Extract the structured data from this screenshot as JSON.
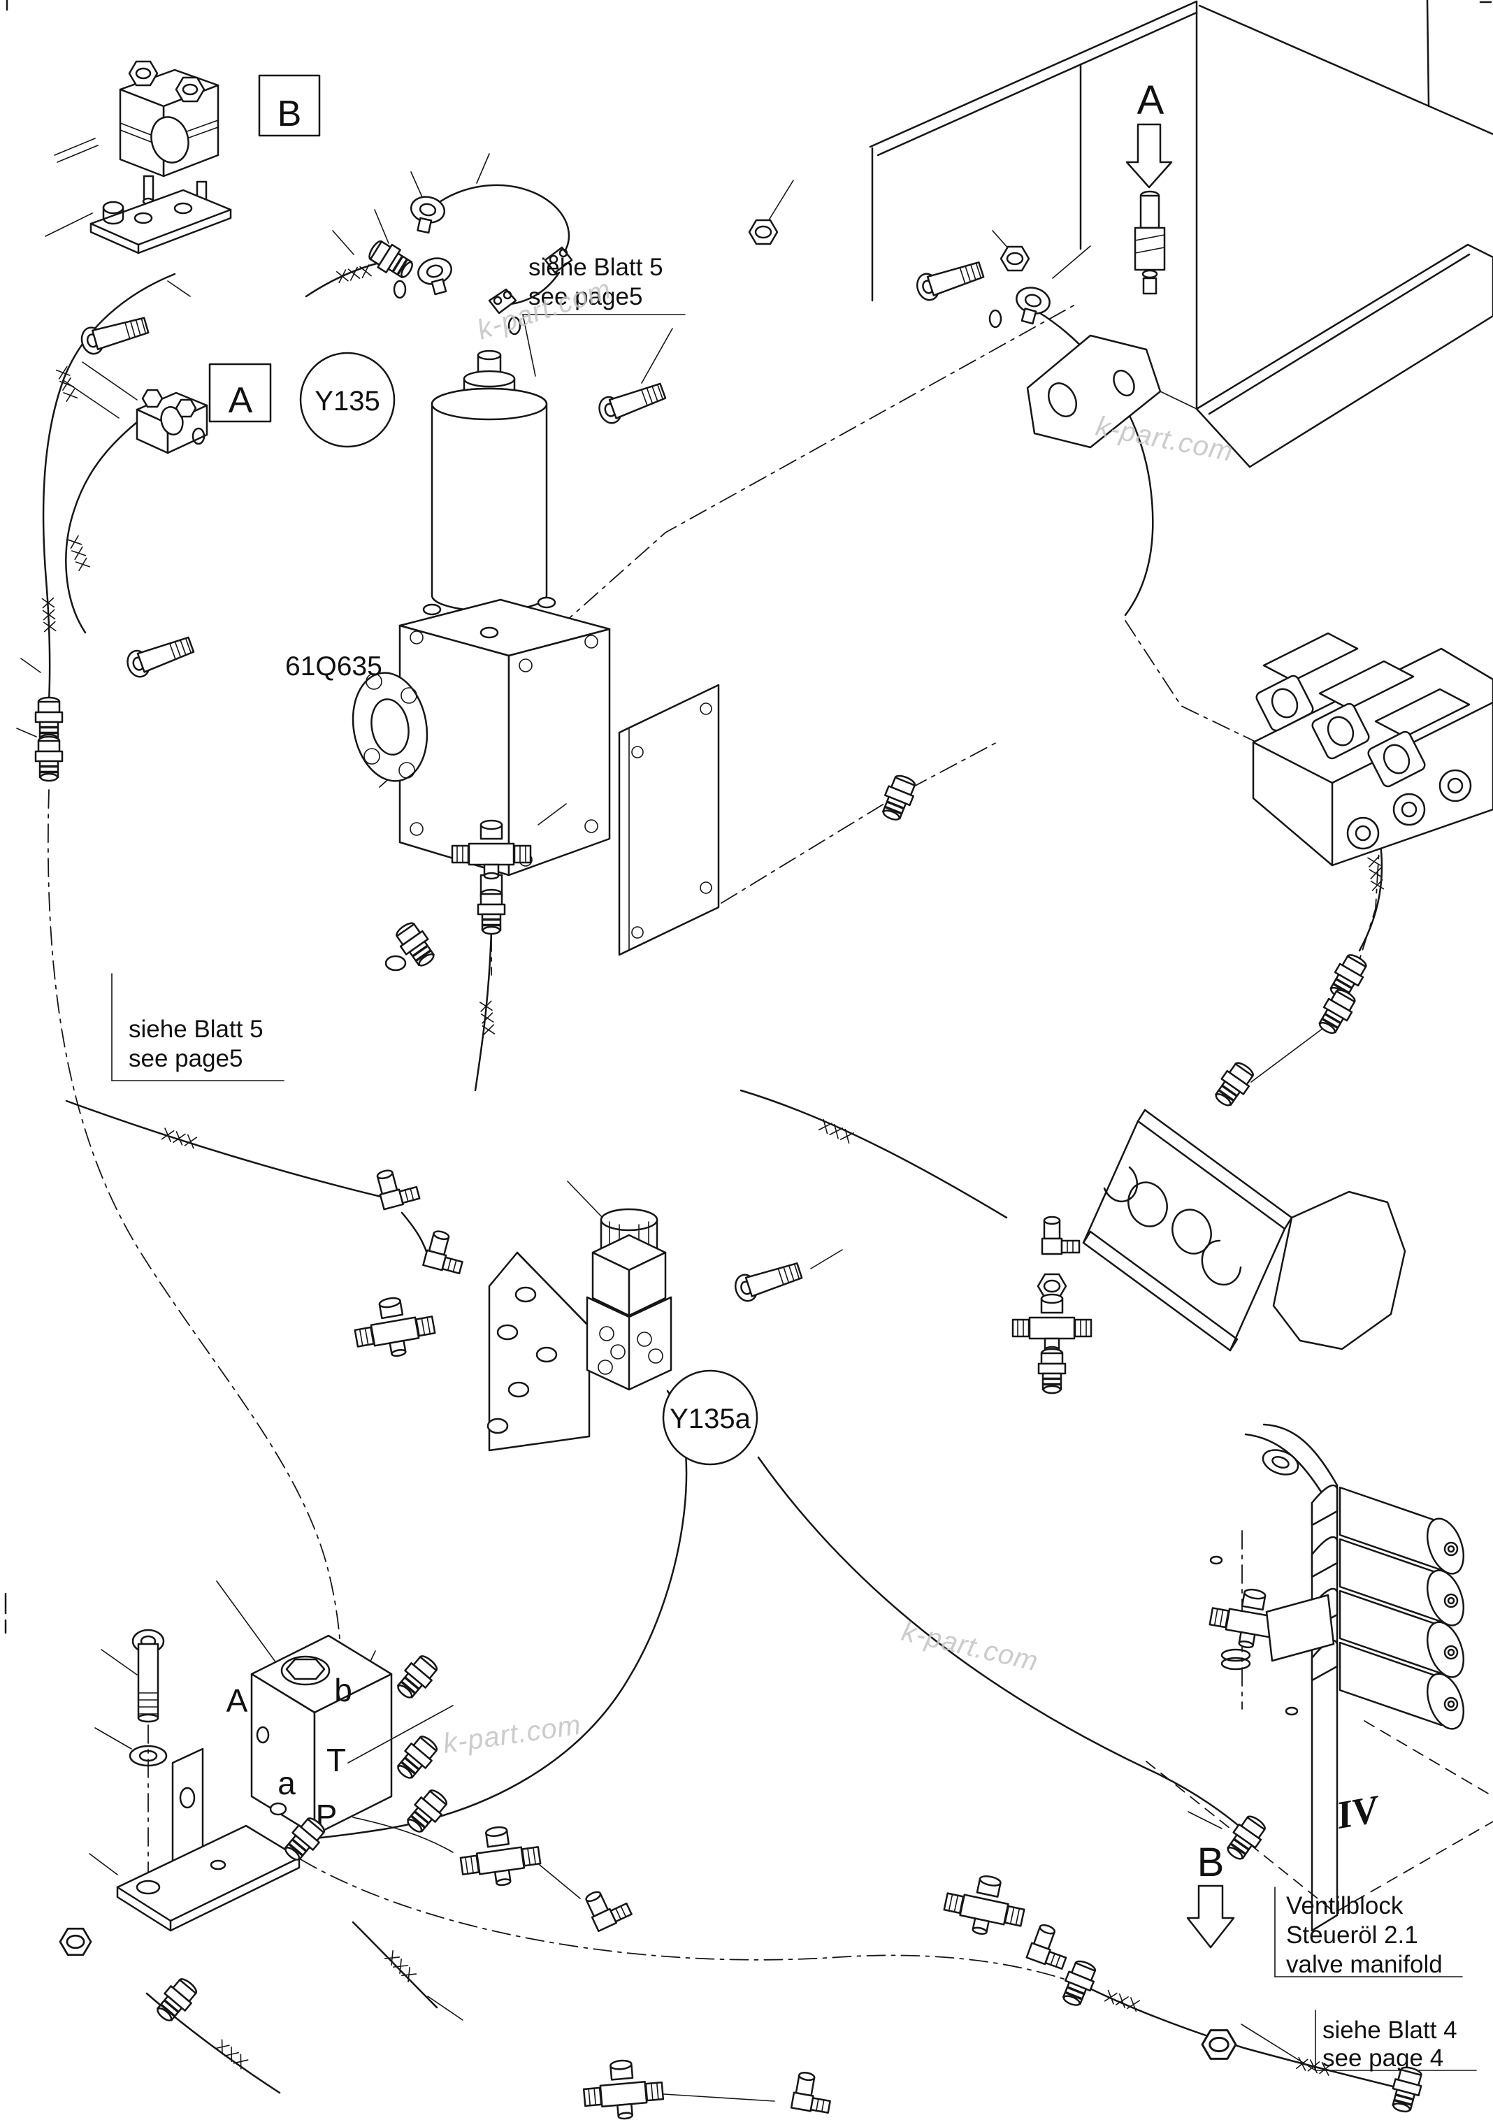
{
  "drawing": {
    "watermark": "k-part.com",
    "markers": {
      "clamp_detail": "B",
      "valve_detail": "A",
      "view_arrow_top": "A",
      "view_arrow_bottom": "B"
    },
    "ids": {
      "solenoid_valve": "Y135",
      "pilot_valve": "Y135a",
      "part_number": "61Q635",
      "section": "IV"
    },
    "notes": {
      "top_ref": {
        "l1": "siehe Blatt 5",
        "l2": "see page5"
      },
      "left_ref": {
        "l1": "siehe Blatt 5",
        "l2": "see page5"
      },
      "manifold": {
        "l1": "Ventilblock",
        "l2": "Steueröl 2.1",
        "l3": "valve manifold"
      },
      "bottom_ref": {
        "l1": "siehe Blatt 4",
        "l2": "see page 4"
      }
    },
    "ports": {
      "A": "A",
      "b": "b",
      "a": "a",
      "T": "T",
      "P": "P"
    }
  }
}
